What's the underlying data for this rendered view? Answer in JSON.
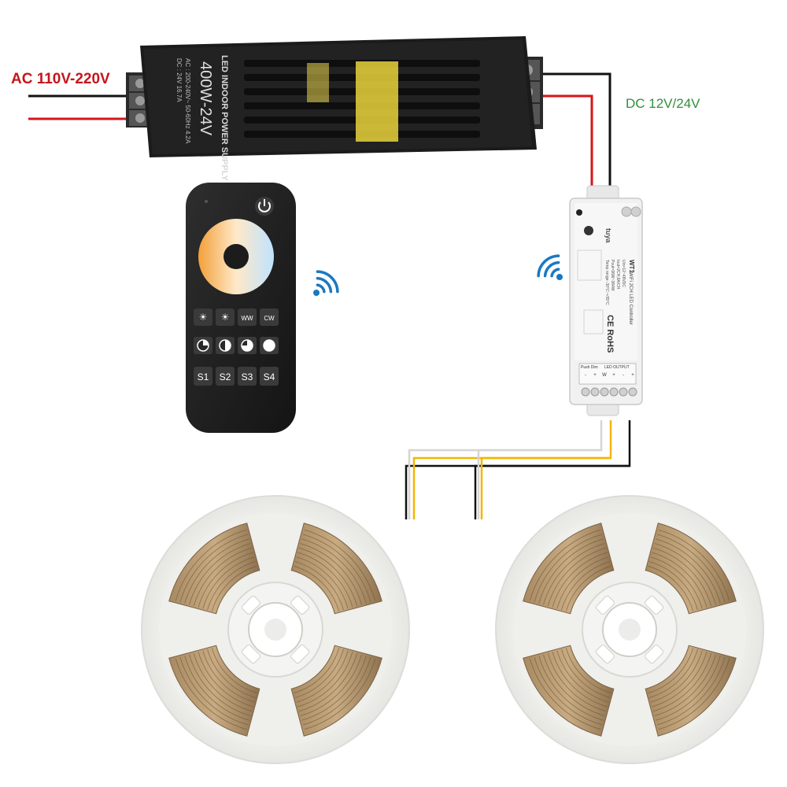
{
  "labels": {
    "ac_input": "AC 110V-220V",
    "dc_output": "DC 12V/24V"
  },
  "power_supply": {
    "title": "LED INDOOR POWER SUPPLY",
    "model": "400W-24V",
    "spec_ac": "AC : 200-240V~ 50-60Hz  4.2A",
    "spec_dc": "DC : 24V  16.7A"
  },
  "remote": {
    "buttons_row1": [
      "☀",
      "☀",
      "WW",
      "CW"
    ],
    "buttons_row3": [
      "S1",
      "S2",
      "S3",
      "S4"
    ]
  },
  "controller": {
    "model": "WT1",
    "title": "WiFi 2CH LED Controller",
    "brand": "tuya",
    "specs": [
      "Uin=12~48VDC",
      "Iout=2CH,8A/CH",
      "Pout=96W~384W",
      "Temp range:-30°C~+55°C"
    ],
    "cert": "CE RoHS",
    "terminal_label": "LED OUTPUT",
    "push_dim": "Push Dim",
    "terminals": [
      "-",
      "+",
      "W",
      "+",
      "-",
      "+"
    ]
  },
  "colors": {
    "ac_wire_red": "#d6141b",
    "ac_wire_black": "#111111",
    "dc_label_green": "#2f8f3a",
    "ac_label_red": "#c4161c",
    "wifi_blue": "#1a78c2",
    "wire_white": "#d9d9d9",
    "wire_yellow": "#f2b600"
  }
}
